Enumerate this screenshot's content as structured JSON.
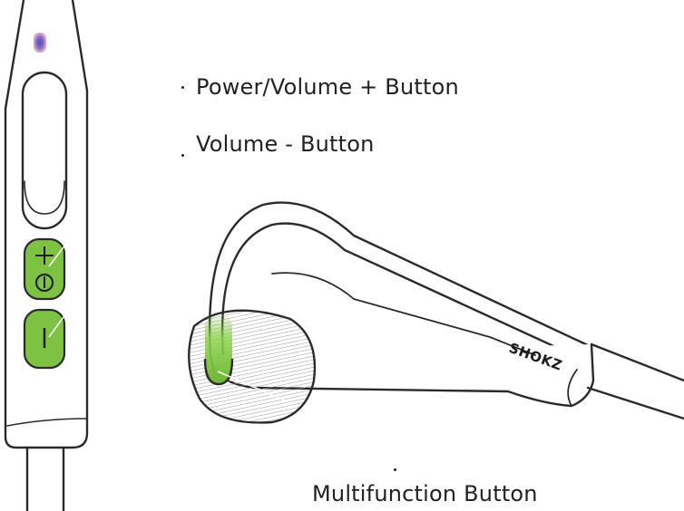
{
  "labels": {
    "power_volume_up": "Power/Volume + Button",
    "volume_down": "Volume - Button",
    "multifunction": "Multifunction Button"
  },
  "logo": {
    "text": "SHOKZ"
  },
  "colors": {
    "button_green": "#7dc243",
    "outline": "#2b2b2b",
    "led": "#5b62c9"
  },
  "icons": {
    "plus": "plus-icon",
    "power": "power-icon",
    "minus": "minus-icon"
  }
}
